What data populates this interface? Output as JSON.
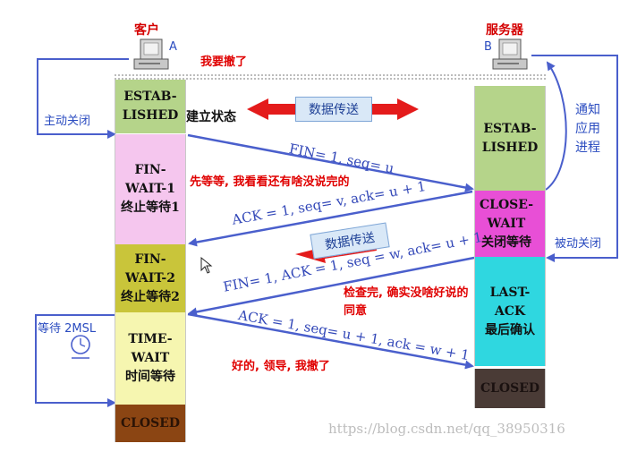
{
  "client": {
    "title": "客户",
    "letter": "A"
  },
  "server": {
    "title": "服务器",
    "letter": "B"
  },
  "left_states": [
    {
      "id": "estab",
      "lines": [
        "ESTAB-",
        "LISHED"
      ],
      "suffix": "建立状态",
      "color": "#b5d48a"
    },
    {
      "id": "finwait1",
      "lines": [
        "FIN-WAIT-1",
        "终止等待1"
      ],
      "color": "#f5c6ee"
    },
    {
      "id": "finwait2",
      "lines": [
        "FIN-WAIT-2",
        "终止等待2"
      ],
      "color": "#c9c53a"
    },
    {
      "id": "timewait",
      "lines": [
        "TIME-WAIT",
        "时间等待"
      ],
      "color": "#f6f6b0"
    },
    {
      "id": "closed",
      "lines": [
        "CLOSED"
      ],
      "color": "#8b4513"
    }
  ],
  "right_states": [
    {
      "id": "estab",
      "lines": [
        "ESTAB-",
        "LISHED"
      ],
      "color": "#b5d48a"
    },
    {
      "id": "closewait",
      "lines": [
        "CLOSE-WAIT",
        "关闭等待"
      ],
      "color": "#e84fd6"
    },
    {
      "id": "lastack",
      "lines": [
        "LAST-ACK",
        "最后确认"
      ],
      "color": "#2fd7e0"
    },
    {
      "id": "closed",
      "lines": [
        "CLOSED"
      ],
      "color": "#4a3b36"
    }
  ],
  "messages": {
    "fin1": "FIN= 1, seq= u",
    "ack1": "ACK = 1, seq= v, ack= u + 1",
    "fin2": "FIN= 1, ACK = 1, seq = w, ack= u + 1",
    "ack2": "ACK = 1, seq= u + 1, ack = w + 1"
  },
  "data_transfer": "数据传送",
  "notes": {
    "client_close": "我要撤了",
    "wait_more": "先等等, 我看看还有啥没说完的",
    "check_done_1": "检查完, 确实没啥好说的",
    "check_done_2": "同意",
    "ok_leave": "好的, 领导, 我撤了"
  },
  "side_labels": {
    "active_close": "主动关闭",
    "notify_1": "通知",
    "notify_2": "应用",
    "notify_3": "进程",
    "passive_close": "被动关闭",
    "wait_2msl": "等待 2MSL"
  },
  "watermark": "https://blog.csdn.net/qq_38950316",
  "colors": {
    "arrow": "#4a5fcc",
    "loop": "#4a5fcc",
    "red_arrow": "#e41b1b",
    "note": "#e00000"
  }
}
